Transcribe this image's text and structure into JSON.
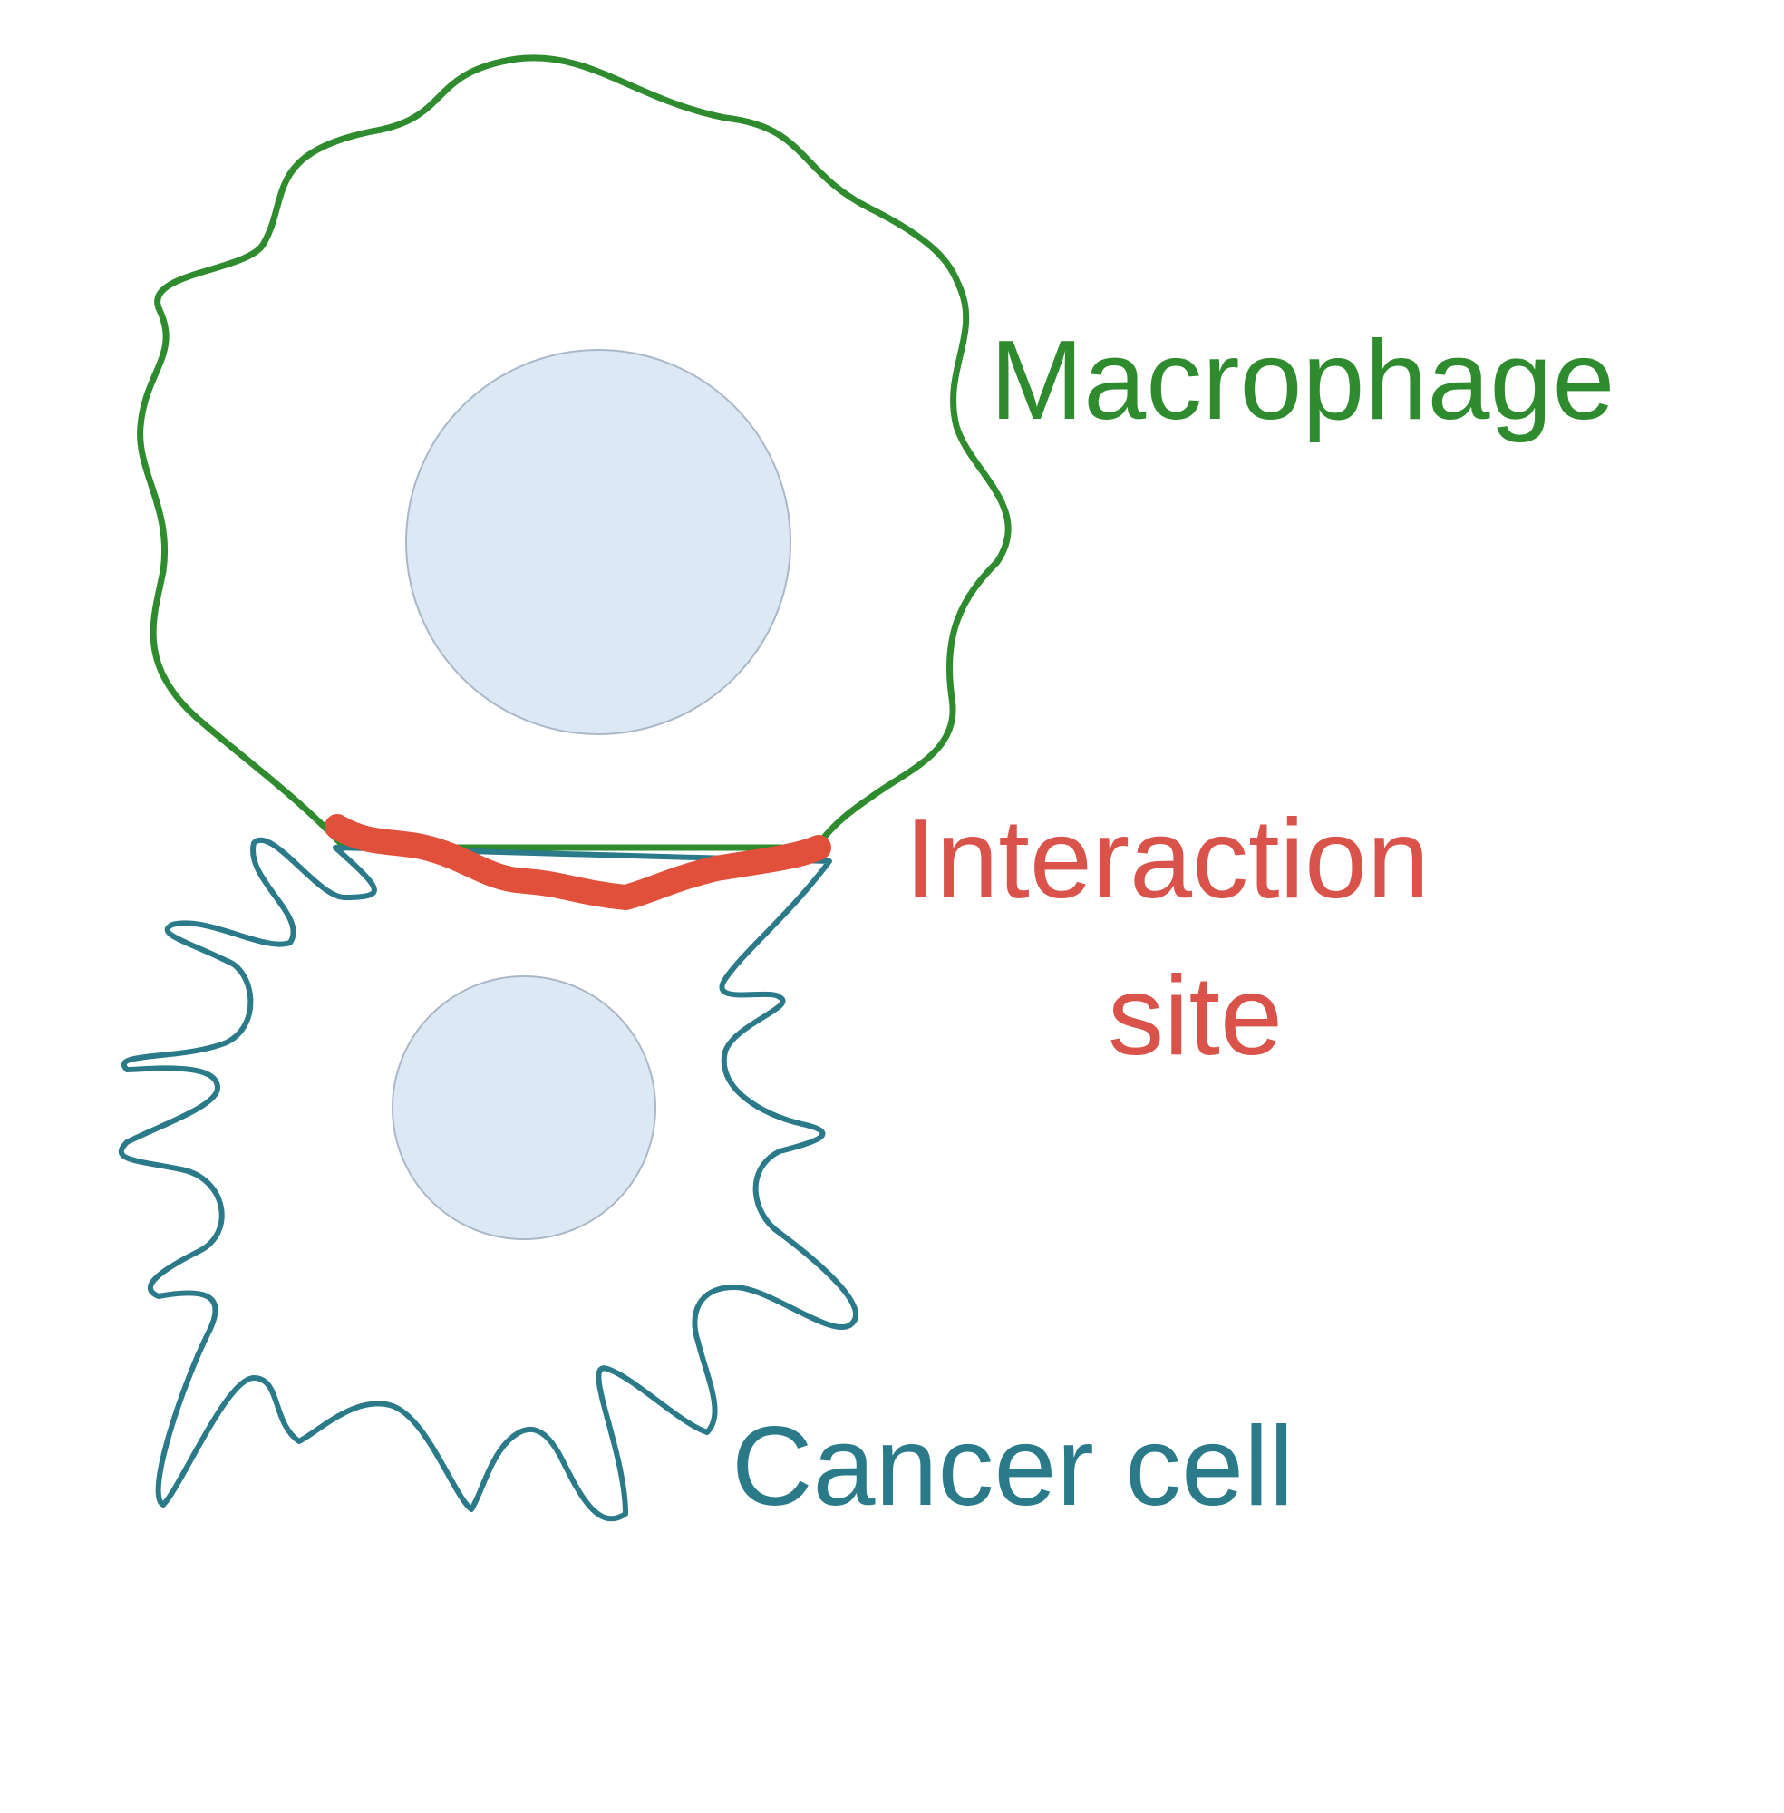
{
  "labels": {
    "macrophage": "Macrophage",
    "interaction_line1": "Interaction",
    "interaction_line2": "site",
    "cancer_cell": "Cancer cell"
  },
  "colors": {
    "macrophage": "#2e8b2e",
    "interaction": "#e0503a",
    "interaction_text": "#d9534a",
    "cancer_cell": "#2a7a8a",
    "nucleus_fill": "#dde8f5",
    "nucleus_stroke": "#a9b7c6",
    "background": "#ffffff"
  }
}
